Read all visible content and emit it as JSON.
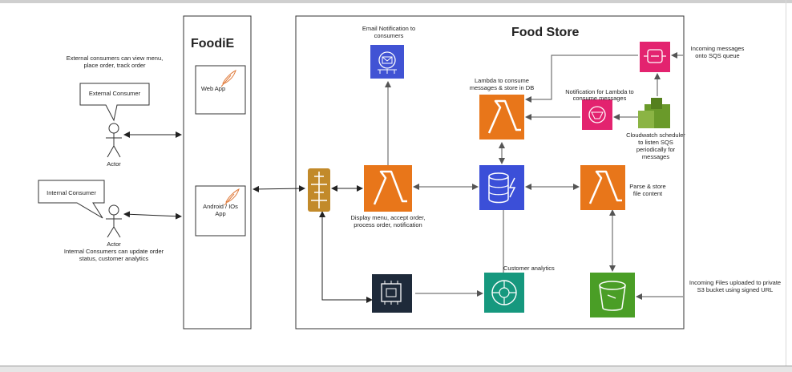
{
  "foodie": {
    "title": "FoodiE",
    "web_app_label": "Web App",
    "android_app_line1": "Android / IOs",
    "android_app_line2": "App"
  },
  "store": {
    "title": "Food Store"
  },
  "external": {
    "note_line1": "External consumers can view menu,",
    "note_line2": "place order, track order",
    "callout": "External Consumer",
    "actor": "Actor"
  },
  "internal": {
    "callout": "Internal Consumer",
    "actor": "Actor",
    "note_line1": "Internal Consumers can update order",
    "note_line2": "status, customer analytics"
  },
  "labels": {
    "email_line1": "Email Notification to",
    "email_line2": "consumers",
    "lambda_consume_line1": "Lambda to consume",
    "lambda_consume_line2": "messages & store in DB",
    "notification_lambda_line1": "Notification for Lambda to",
    "notification_lambda_line2": "consume messages",
    "sqs_line1": "Incoming messages",
    "sqs_line2": "onto SQS queue",
    "cloudwatch_line1": "Cloudwatch scheduler",
    "cloudwatch_line2": "to listen SQS",
    "cloudwatch_line3": "periodically for",
    "cloudwatch_line4": "messages",
    "display_line1": "Display menu, accept order,",
    "display_line2": "process order, notification",
    "parse_line1": "Parse & store",
    "parse_line2": "file content",
    "analytics": "Customer analytics",
    "s3_line1": "Incoming Files uploaded to private",
    "s3_line2": "S3 bucket using signed URL"
  },
  "colors": {
    "lambda": "#e8761a",
    "dynamodb": "#3b4fd8",
    "sns": "#4153d4",
    "sqs": "#e3236f",
    "ml": "#16987e",
    "s3": "#4a9e26",
    "ec2": "#1e2a3a",
    "api_gateway": "#c28a2a",
    "cloudwatch": "#6a9a2a"
  },
  "icons": [
    "sns-icon",
    "lambda-icon",
    "sqs-icon",
    "cloudwatch-icon",
    "api-gateway-icon",
    "dynamodb-icon",
    "ec2-icon",
    "sagemaker-icon",
    "s3-icon",
    "feather-icon",
    "actor-icon"
  ]
}
